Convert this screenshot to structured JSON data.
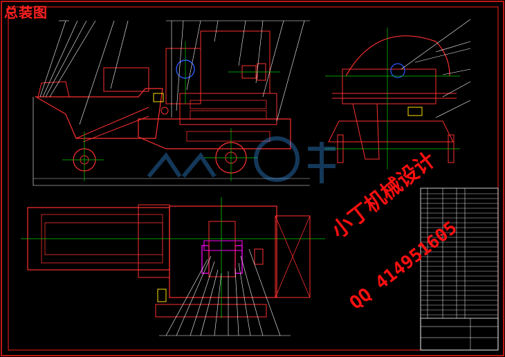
{
  "drawing": {
    "title": "总装图",
    "watermark_line1": "小丁机械设计",
    "watermark_line2": "QQ 414951605",
    "colors": {
      "background": "#000000",
      "frame": "#ff2020",
      "outline": "#ff3030",
      "centerline": "#00d000",
      "leader": "#ffffff",
      "blue": "#2a5cff",
      "yellow": "#ffe000",
      "cyan": "#00c8ff",
      "magenta": "#ff00ff"
    }
  }
}
